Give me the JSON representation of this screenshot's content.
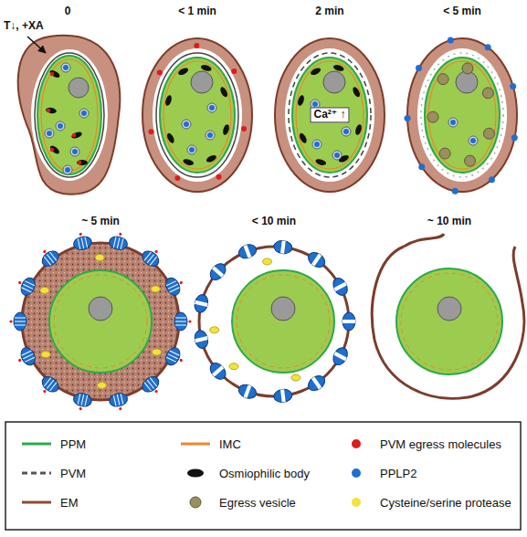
{
  "diagram": {
    "labels": [
      "0",
      "< 1 min",
      "2 min",
      "< 5 min",
      "T↓, +XA",
      "Ca²⁺ ↑",
      "~ 5 min",
      "< 10 min",
      "~ 10 min"
    ],
    "legend": [
      {
        "text": "PPM",
        "color": "#2ea84a"
      },
      {
        "text": "PVM",
        "color": "#555555"
      },
      {
        "text": "EM",
        "color": "#8b4a3a"
      },
      {
        "text": "IMC",
        "color": "#e8872a"
      },
      {
        "text": "Osmiophilic body",
        "color": "#111111"
      },
      {
        "text": "Egress vesicle",
        "color": "#9a8f5e"
      },
      {
        "text": "PVM egress molecules",
        "color": "#e01b1b"
      },
      {
        "text": "PPLP2",
        "color": "#1e6fd0"
      },
      {
        "text": "Cysteine/serine protease",
        "color": "#f2e33a"
      }
    ]
  }
}
